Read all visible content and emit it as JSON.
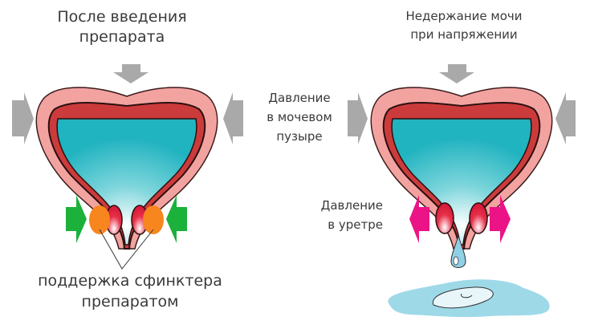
{
  "left_panel": {
    "title_line1": "После введения",
    "title_line2": "препарата",
    "caption_line1": "поддержка сфинктера",
    "caption_line2": "препаратом",
    "arrow_color": "#1bb13a",
    "support_color": "#f7861e"
  },
  "right_panel": {
    "title_line1": "Недержание мочи",
    "title_line2": "при напряжении",
    "urethra_label_line1": "Давление",
    "urethra_label_line2": "в уретре",
    "arrow_color": "#ec1386"
  },
  "center_label": {
    "line1": "Давление",
    "line2": "в мочевом",
    "line3": "пузыре"
  },
  "colors": {
    "pressure_arrow": "#a9a9a9",
    "bladder_wall": "#f2a3a0",
    "bladder_inner": "#cc3b3b",
    "urine": "#2bb8c4"
  }
}
